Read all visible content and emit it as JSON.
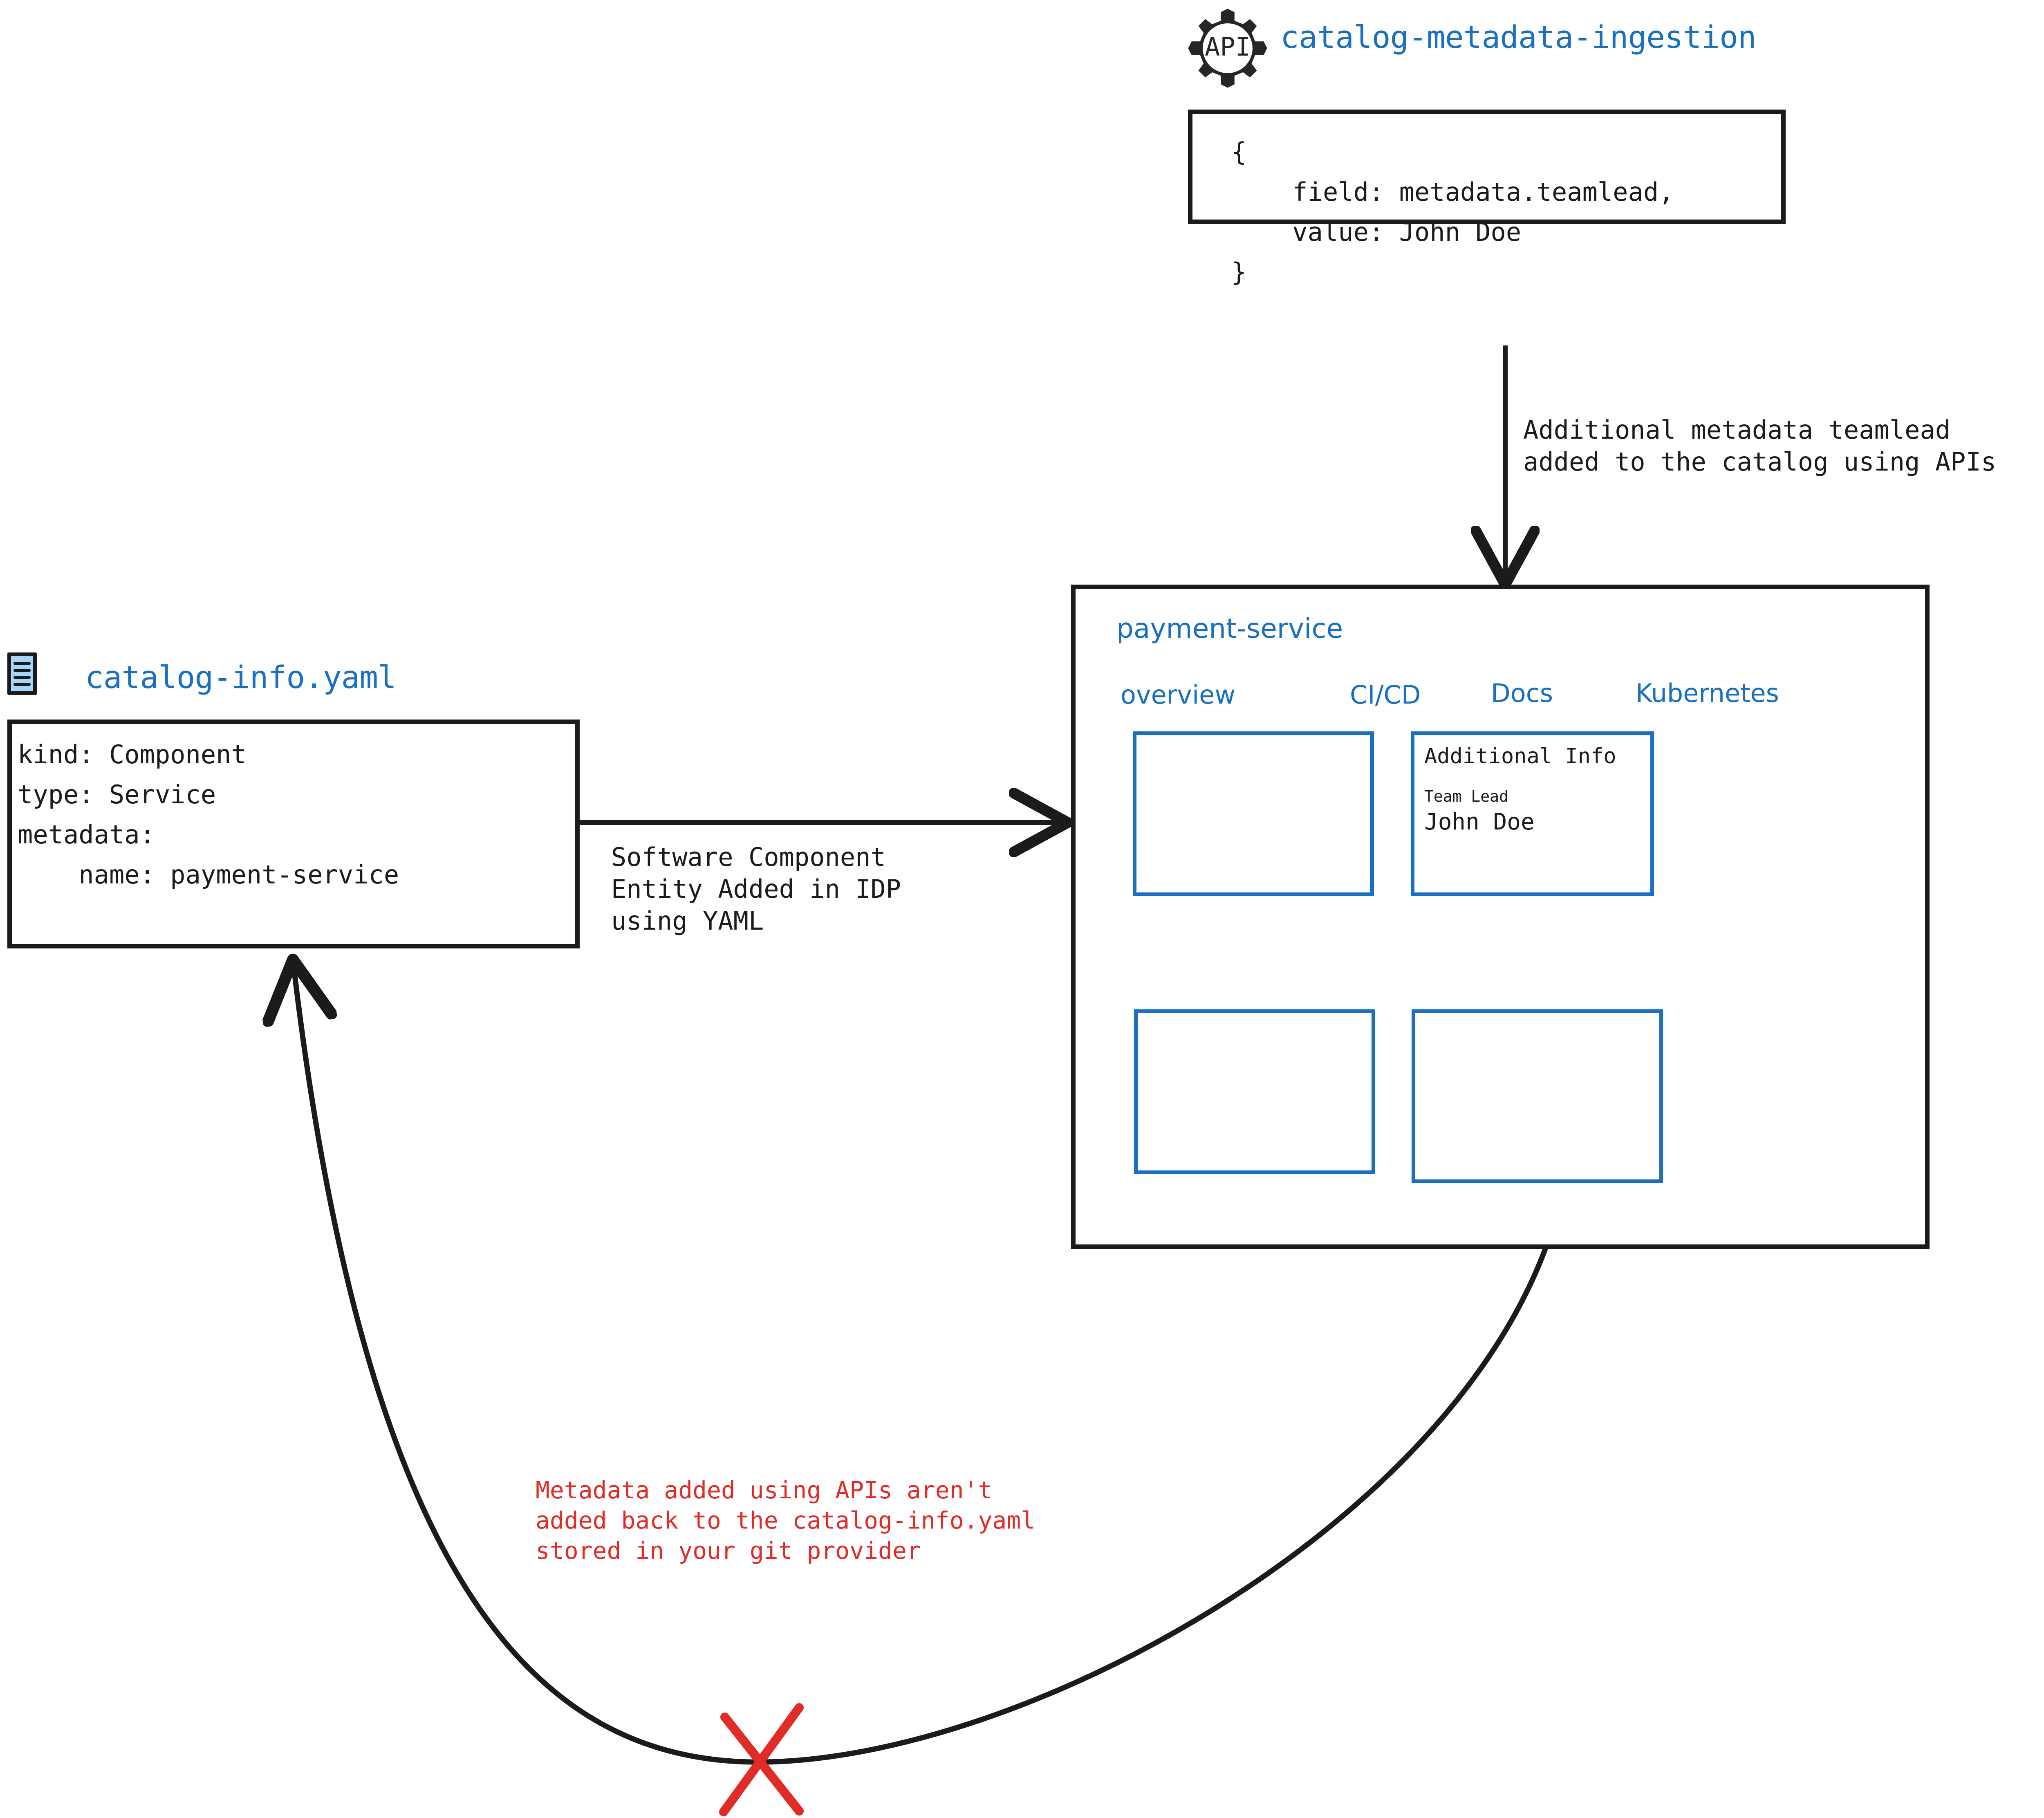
{
  "api_node": {
    "icon": "api-gear-icon",
    "icon_text": "API",
    "title": "catalog-metadata-ingestion",
    "code": "{\n    field: metadata.teamlead,\n    value: John Doe\n}"
  },
  "yaml_node": {
    "icon": "yaml-file-icon",
    "title": "catalog-info.yaml",
    "code": "kind: Component\ntype: Service\nmetadata:\n    name: payment-service"
  },
  "edges": {
    "api_to_panel": "Additional metadata teamlead\nadded to the catalog using APIs",
    "yaml_to_panel": "Software Component\nEntity Added in IDP\nusing YAML",
    "panel_back_to_yaml": "Metadata added using APIs aren't\nadded back to the catalog-info.yaml\nstored in your git provider"
  },
  "panel": {
    "title": "payment-service",
    "tabs": [
      {
        "label": "overview"
      },
      {
        "label": "CI/CD"
      },
      {
        "label": "Docs"
      },
      {
        "label": "Kubernetes"
      }
    ],
    "cards": [
      {
        "name": "empty-card-top-left",
        "title": "",
        "key": "",
        "value": ""
      },
      {
        "name": "additional-info-card",
        "title": "Additional Info",
        "key": "Team Lead",
        "value": "John Doe"
      },
      {
        "name": "empty-card-bottom-left",
        "title": "",
        "key": "",
        "value": ""
      },
      {
        "name": "empty-card-bottom-right",
        "title": "",
        "key": "",
        "value": ""
      }
    ]
  },
  "colors": {
    "accent_blue": "#1a6fc0",
    "ink": "#1b1b1b",
    "warning_red": "#e02b27",
    "icon_fill": "#a6d5fb"
  }
}
